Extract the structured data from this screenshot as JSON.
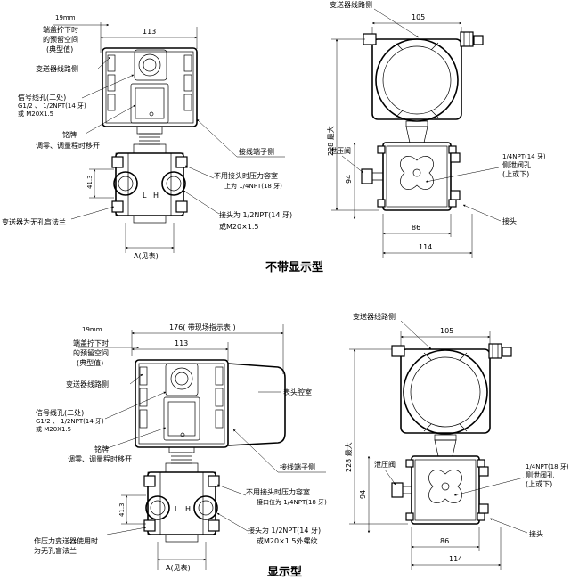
{
  "top": {
    "caption": "不带显示型",
    "front": {
      "gap_value": "19mm",
      "gap_desc": [
        "端盖拧下时",
        "的预留空间",
        "(典型值)"
      ],
      "width_dim": "113",
      "housing_label": "变送器线路侧",
      "signal_label": [
        "信号线孔(二处)",
        "G1/2 、 1/2NPT(14 牙)",
        "或 M20X1.5"
      ],
      "nameplate_label": [
        "铭牌",
        "调零、调量程时移开"
      ],
      "terminal_label": "接线端子侧",
      "plug_label": [
        "不用接头时压力容室",
        "上为 1/4NPT(18 牙)"
      ],
      "height_dim": "41.3",
      "flange_label": "变送器为无孔盲法兰",
      "joint_label": [
        "接头为 1/2NPT(14 牙)",
        "或M20×1.5"
      ],
      "marks": [
        "L",
        "H"
      ],
      "a_dim": "A(见表)"
    },
    "side": {
      "housing_label": "变送器线路侧",
      "width_dim": "105",
      "height_dim": "228 最大",
      "vent_label": "泄压阀",
      "drain_label": [
        "1/4NPT(14 牙)",
        "侧泄阀孔",
        "(上或下)"
      ],
      "dim94": "94",
      "dim86": "86",
      "dim114": "114",
      "joint_label": "接头"
    }
  },
  "bottom": {
    "caption": "显示型",
    "front": {
      "gap_value": "19mm",
      "gap_desc": [
        "端盖拧下时",
        "的预留空间",
        "(典型值)"
      ],
      "total_dim": "176( 带现场指示表 )",
      "width_dim": "113",
      "housing_label": "变送器线路侧",
      "meter_label": "表头腔室",
      "signal_label": [
        "信号线孔(二处)",
        "G1/2 、 1/2NPT(14 牙)",
        "或 M20X1.5"
      ],
      "nameplate_label": [
        "铭牌",
        "调零、调量程时移开"
      ],
      "terminal_label": "接线端子侧",
      "plug_label": [
        "不用接头时压力容室",
        "接口位为 1/4NPT(18 牙)"
      ],
      "height_dim": "41.3",
      "flange_label": [
        "作压力变送器使用时",
        "为无孔盲法兰"
      ],
      "joint_label": [
        "接头为 1/2NPT(14 牙)",
        "或M20×1.5外螺纹"
      ],
      "marks": [
        "L",
        "H"
      ],
      "a_dim": "A(见表)"
    },
    "side": {
      "housing_label": "变送器线路侧",
      "width_dim": "105",
      "height_dim": "228 最大",
      "vent_label": "泄压阀",
      "drain_label": [
        "1/4NPT(18 牙)",
        "侧泄阀孔",
        "(上或下)"
      ],
      "dim94": "94",
      "dim86": "86",
      "dim114": "114",
      "joint_label": "接头"
    }
  }
}
